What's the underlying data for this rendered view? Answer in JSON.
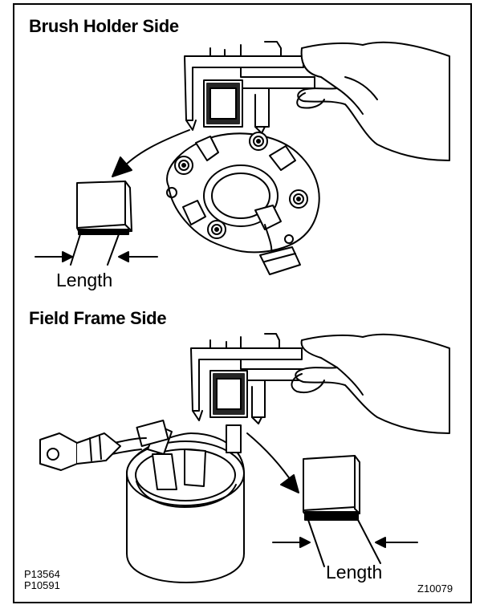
{
  "sections": {
    "top_title": "Brush Holder Side",
    "bottom_title": "Field Frame Side"
  },
  "labels": {
    "top_length": "Length",
    "bottom_length": "Length"
  },
  "codes": {
    "part_code_1": "P13564",
    "part_code_2": "P10591",
    "figure_code": "Z10079"
  }
}
